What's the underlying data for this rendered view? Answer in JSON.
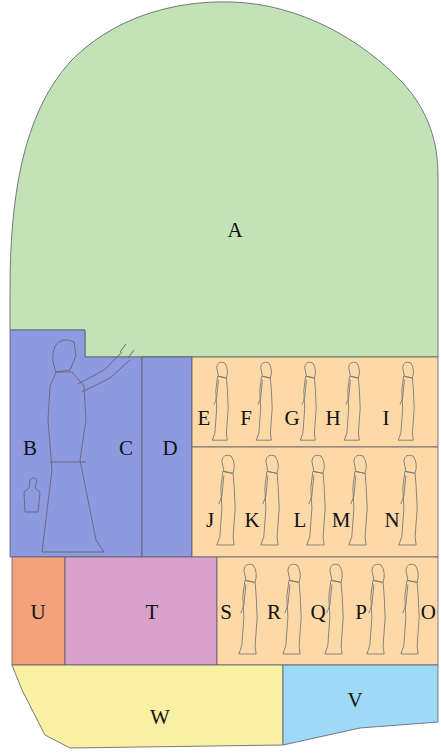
{
  "diagram": {
    "nodes": [
      {
        "text": [
          "A"
        ]
      },
      {
        "text": [
          "B",
          "C"
        ]
      },
      {
        "text": [
          "D"
        ]
      },
      {
        "text": [
          "E",
          "F",
          "G",
          "H",
          "I"
        ]
      },
      {
        "text": [
          "J",
          "K",
          "L",
          "M",
          "N"
        ]
      },
      {
        "text": [
          "U"
        ]
      },
      {
        "text": [
          "T"
        ]
      },
      {
        "text": [
          "S",
          "R",
          "Q",
          "P",
          "O"
        ]
      },
      {
        "text": [
          "W"
        ]
      },
      {
        "text": [
          "V"
        ]
      }
    ]
  }
}
